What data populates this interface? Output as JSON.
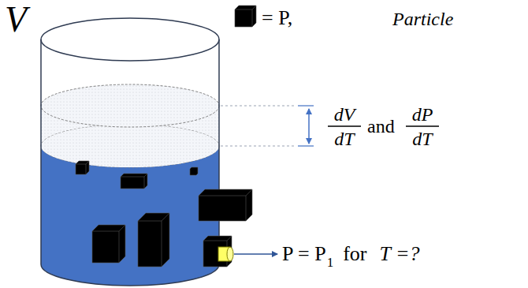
{
  "diagram": {
    "labels": [
      "V",
      "Particle",
      "dV",
      "dT",
      "and",
      "dP",
      "dT",
      "P = P",
      "1",
      "for",
      "T =?"
    ],
    "legend": [
      {
        "text": "= P,"
      }
    ]
  }
}
